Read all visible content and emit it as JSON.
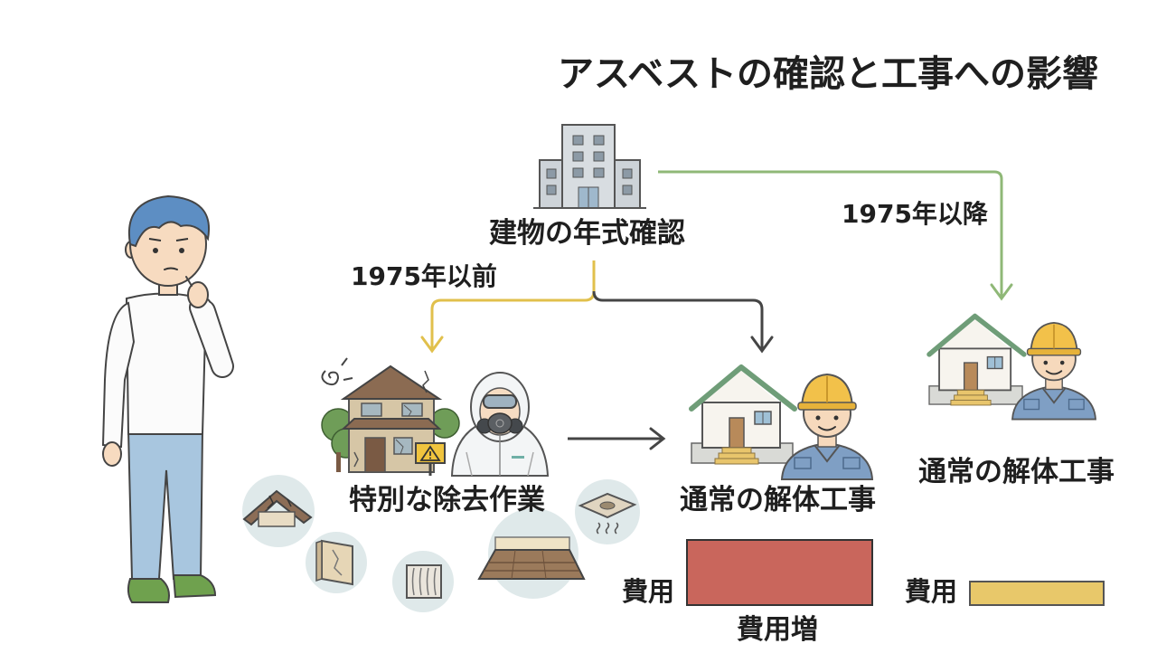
{
  "title": "アスベストの確認と工事への影響",
  "start": {
    "label": "建物の年式確認",
    "icon": "office-building-icon"
  },
  "branches": {
    "before_1975": {
      "label": "1975年以前",
      "color": "#e1c04c"
    },
    "after_1975": {
      "label": "1975年以降",
      "color": "#8fb877"
    },
    "connector_color": "#454545"
  },
  "outcomes": {
    "special_removal": {
      "label": "特別な除去作業",
      "icons": [
        "old-damaged-house-icon",
        "hazmat-worker-icon",
        "warning-sign-icon"
      ]
    },
    "normal_demolition_after_removal": {
      "label": "通常の解体工事",
      "icons": [
        "house-icon",
        "construction-worker-icon"
      ]
    },
    "normal_demolition": {
      "label": "通常の解体工事",
      "icons": [
        "house-icon",
        "construction-worker-icon"
      ]
    }
  },
  "asbestos_materials": [
    "roof-material-icon",
    "wall-board-icon",
    "ceiling-panel-icon",
    "floor-material-icon",
    "floor-tile-icon"
  ],
  "costs": {
    "with_removal": {
      "label": "費用",
      "caption": "費用増",
      "color": "#c9665c"
    },
    "without_removal": {
      "label": "費用",
      "color": "#e8c86a"
    }
  },
  "person": {
    "icon": "thinking-person-icon"
  }
}
